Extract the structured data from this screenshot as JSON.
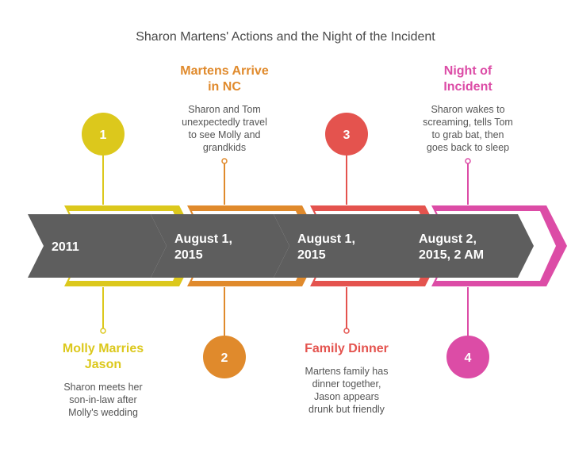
{
  "title": "Sharon Martens' Actions and the Night of the Incident",
  "colors": {
    "arrow_fill": "#5e5e5e",
    "arrow_text": "#ffffff",
    "yellow": "#dcc81c",
    "orange": "#e08a2c",
    "red": "#e4534e",
    "pink": "#dc4ca6"
  },
  "steps": [
    {
      "number": "1",
      "date": [
        "2011"
      ],
      "heading": [
        "Molly Marries",
        "Jason"
      ],
      "description": [
        "Sharon meets her",
        "son-in-law after",
        "Molly's wedding"
      ],
      "color": "#dcc81c"
    },
    {
      "number": "2",
      "date": [
        "August 1,",
        "2015"
      ],
      "heading": [
        "Martens Arrive",
        "in NC"
      ],
      "description": [
        "Sharon and Tom",
        "unexpectedly travel",
        "to see Molly and",
        "grandkids"
      ],
      "color": "#e08a2c"
    },
    {
      "number": "3",
      "date": [
        "August 1,",
        "2015"
      ],
      "heading": [
        "Family Dinner"
      ],
      "description": [
        "Martens family has",
        "dinner together,",
        "Jason appears",
        "drunk but friendly"
      ],
      "color": "#e4534e"
    },
    {
      "number": "4",
      "date": [
        "August 2,",
        "2015, 2 AM"
      ],
      "heading": [
        "Night of",
        "Incident"
      ],
      "description": [
        "Sharon wakes to",
        "screaming, tells Tom",
        "to grab bat, then",
        "goes back to sleep"
      ],
      "color": "#dc4ca6"
    }
  ]
}
